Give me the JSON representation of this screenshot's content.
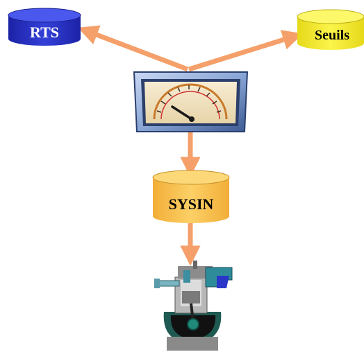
{
  "nodes": {
    "rts": {
      "label": "RTS",
      "fill": "#2a32c8",
      "top_fill": "#3a48e6",
      "text_color": "#ffffff"
    },
    "seuils": {
      "label": "Seuils",
      "fill": "#f2ec2a",
      "top_fill": "#fbf64a",
      "text_color": "#000000"
    },
    "sysin": {
      "label": "SYSIN",
      "fill": "#f9c24a",
      "top_fill": "#fcd46e",
      "text_color": "#000000"
    }
  },
  "gauge": {
    "icon": "gauge-meter-icon"
  },
  "engine": {
    "icon": "engine-piston-icon"
  },
  "colors": {
    "arrow": "#f5a06a",
    "background": "#ffffff"
  }
}
